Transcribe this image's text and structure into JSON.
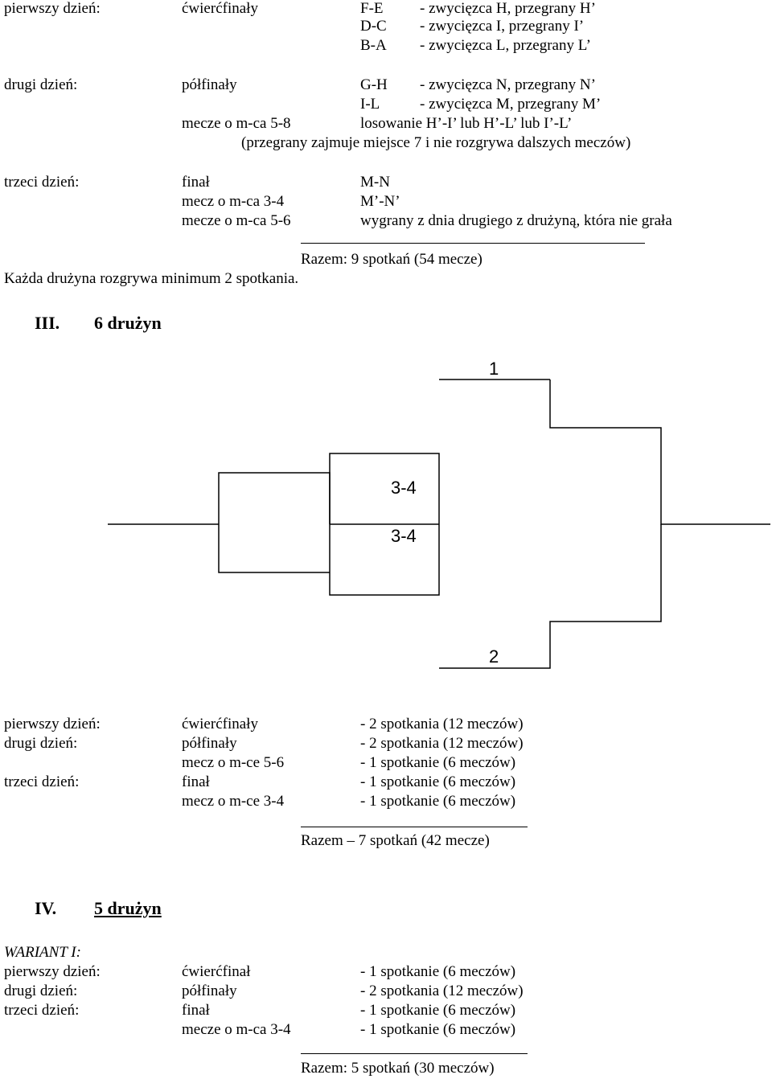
{
  "section2": {
    "d1_label": "pierwszy dzień:",
    "d1_stage": "ćwierćfinały",
    "m1": "F-E",
    "m1_desc": "- zwycięzca H, przegrany H’",
    "m2": "D-C",
    "m2_desc": "- zwycięzca I, przegrany I’",
    "m3": "B-A",
    "m3_desc": "- zwycięzca L, przegrany L’",
    "d2_label": "drugi dzień:",
    "d2_stage": "półfinały",
    "m4": "G-H",
    "m4_desc": "- zwycięzca N, przegrany N’",
    "m5": "I-L",
    "m5_desc": "- zwycięzca M, przegrany M’",
    "d2_stage2": "mecze o m-ca 5-8",
    "m6_desc": "losowanie H’-I’ lub H’-L’ lub I’-L’",
    "m6_note": "(przegrany zajmuje miejsce 7 i nie rozgrywa dalszych meczów)",
    "d3_label": "trzeci dzień:",
    "d3_stage": "finał",
    "m7": "M-N",
    "d3_stage2": "mecz o m-ca 3-4",
    "m8": "M’-N’",
    "d3_stage3": "mecze o m-ca 5-6",
    "m9": "wygrany z dnia drugiego z drużyną, która nie grała",
    "total": "Razem: 9 spotkań (54 mecze)",
    "note": "Każda drużyna rozgrywa minimum 2 spotkania."
  },
  "section3": {
    "roman": "III.",
    "title": "6 drużyn",
    "bracket": {
      "top": "1",
      "mid1": "3-4",
      "mid2": "3-4",
      "bottom": "2"
    },
    "d1_label": "pierwszy dzień:",
    "d1_stage": "ćwierćfinały",
    "d1_count": "- 2 spotkania (12 meczów)",
    "d2_label": "drugi dzień:",
    "d2_stage": "półfinały",
    "d2_count": "- 2 spotkania (12 meczów)",
    "d2_stage2": "mecz o m-ce 5-6",
    "d2_count2": "- 1 spotkanie (6 meczów)",
    "d3_label": "trzeci dzień:",
    "d3_stage": "finał",
    "d3_count": "- 1 spotkanie (6 meczów)",
    "d3_stage2": "mecz o m-ce 3-4",
    "d3_count2": "- 1 spotkanie (6 meczów)",
    "total": "Razem – 7 spotkań (42 mecze)"
  },
  "section4": {
    "roman": "IV.",
    "title": "5 drużyn",
    "variant": "WARIANT I:",
    "d1_label": "pierwszy dzień:",
    "d1_stage": "ćwierćfinał",
    "d1_count": "- 1 spotkanie (6 meczów)",
    "d2_label": "drugi dzień:",
    "d2_stage": "półfinały",
    "d2_count": "- 2 spotkania (12 meczów)",
    "d3_label": "trzeci dzień:",
    "d3_stage": "finał",
    "d3_count": "- 1 spotkanie (6 meczów)",
    "d3_stage2": "mecze o m-ca 3-4",
    "d3_count2": "- 1 spotkanie (6 meczów)",
    "total": "Razem:  5 spotkań (30 meczów)"
  }
}
